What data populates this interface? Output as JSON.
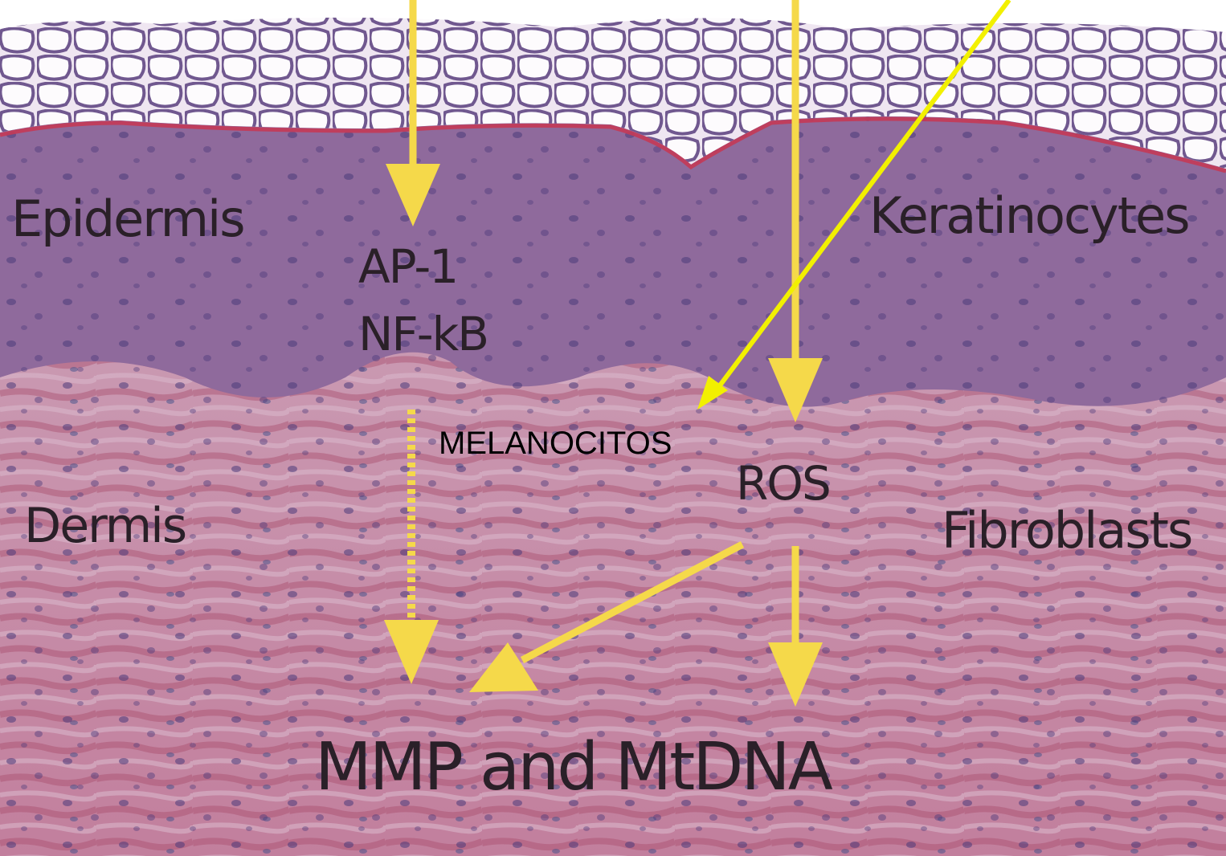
{
  "labels": {
    "epidermis": "Epidermis",
    "keratinocytes": "Keratinocytes",
    "ap1": "AP-1",
    "nfkb": "NF-kB",
    "melanocitos": "MELANOCITOS",
    "ros": "ROS",
    "dermis": "Dermis",
    "fibroblasts": "Fibroblasts",
    "mmp_mtdna": "MMP and MtDNA"
  },
  "colors": {
    "arrow": "#f5d94a",
    "arrow_bright": "#f2f000",
    "stratum_corneum": "#f4eef6",
    "epidermis": "#8f6a9c",
    "basement_line": "#c43a57",
    "dermis": "#c79ab2",
    "text": "#2a2028"
  }
}
